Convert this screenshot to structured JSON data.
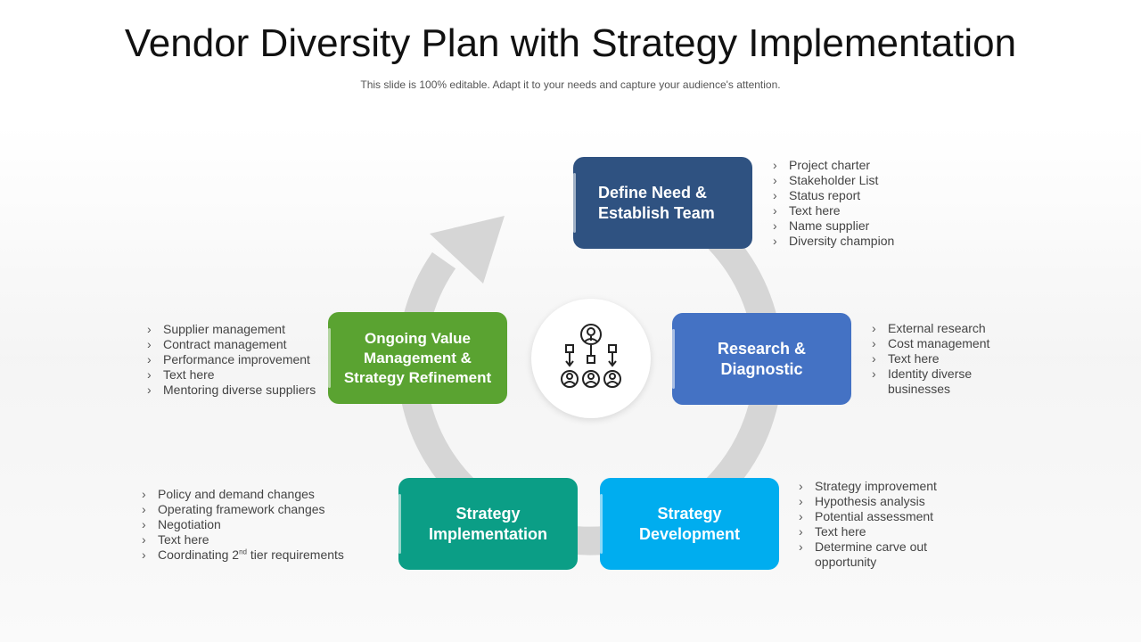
{
  "header": {
    "title": "Vendor Diversity Plan with Strategy Implementation",
    "subtitle": "This slide is 100% editable. Adapt it to your needs and capture your audience's attention."
  },
  "steps": [
    {
      "label_line1": "Define Need &",
      "label_line2": "Establish Team",
      "color": "#2f5281"
    },
    {
      "label_line1": "Research &",
      "label_line2": "Diagnostic",
      "color": "#4472c4"
    },
    {
      "label_line1": "Strategy",
      "label_line2": "Development",
      "color": "#00adef"
    },
    {
      "label_line1": "Strategy",
      "label_line2": "Implementation",
      "color": "#0b9e86"
    },
    {
      "label_line1": "Ongoing Value",
      "label_line2": "Management &",
      "label_line3": "Strategy Refinement",
      "color": "#5aa331"
    }
  ],
  "bullets": {
    "define_need": [
      "Project charter",
      "Stakeholder List",
      "Status report",
      "Text here",
      "Name supplier",
      "Diversity champion"
    ],
    "research": [
      "External research",
      "Cost management",
      "Text here",
      "Identity diverse businesses"
    ],
    "development": [
      "Strategy improvement",
      "Hypothesis analysis",
      "Potential assessment",
      "Text here",
      "Determine carve out opportunity"
    ],
    "implementation": [
      "Policy and demand changes",
      "Operating framework changes",
      "Negotiation",
      "Text here"
    ],
    "implementation_last": {
      "before": "Coordinating 2",
      "sup": "nd",
      "after": " tier requirements"
    },
    "ongoing_value": [
      "Supplier management",
      "Contract management",
      "Performance improvement",
      "Text here",
      "Mentoring diverse suppliers"
    ]
  },
  "hub": {
    "icon": "team-hierarchy-icon"
  },
  "colors": {
    "cycle_arrow": "#d6d6d6"
  }
}
